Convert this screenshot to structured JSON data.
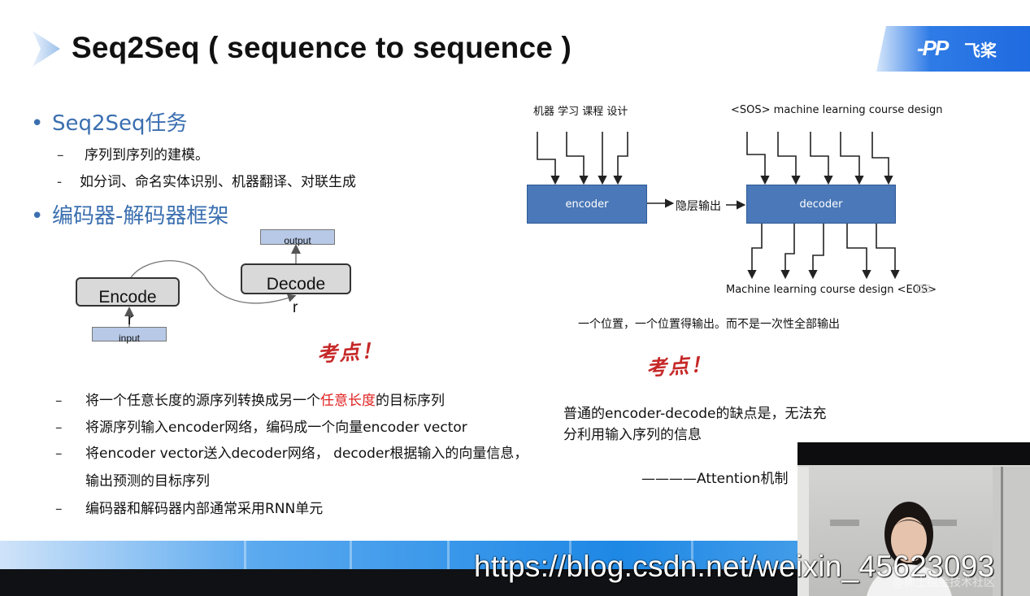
{
  "header": {
    "title": "Seq2Seq ( sequence to sequence )",
    "logo_text": "飞桨",
    "logo_mark": "-PP"
  },
  "left": {
    "section1": {
      "title": "Seq2Seq任务",
      "items": [
        {
          "dash": "–",
          "text": "序列到序列的建模。"
        },
        {
          "dash": "-",
          "text": "如分词、命名实体识别、机器翻译、对联生成"
        }
      ]
    },
    "section2": {
      "title": "编码器-解码器框架"
    },
    "diagram": {
      "encode": "Encode",
      "decode": "Decode",
      "input": "input",
      "output": "output",
      "r1": "r",
      "r2": "r"
    },
    "exam_note": "考点！",
    "points": [
      {
        "dash": "–",
        "pre": "将一个任意长度的源序列转换成另一个",
        "highlight": "任意长度",
        "post": "的目标序列"
      },
      {
        "dash": "–",
        "text": "将源序列输入encoder网络，编码成一个向量encoder vector"
      },
      {
        "dash": "–",
        "text": "将encoder vector送入decoder网络， decoder根据输入的向量信息，"
      },
      {
        "dash": "",
        "text": "输出预测的目标序列"
      },
      {
        "dash": "–",
        "text": "编码器和解码器内部通常采用RNN单元"
      }
    ]
  },
  "right": {
    "input_tokens": "机器  学习    课程   设计",
    "decoder_inputs": "<SOS> machine  learning  course design",
    "encoder_label": "encoder",
    "decoder_label": "decoder",
    "hidden_label": "隐层输出",
    "outputs": "Machine  learning  course  design  <EOS>",
    "output_ghost": "OS",
    "caption": "一个位置，一个位置得输出。而不是一次性全部输出",
    "exam_note": "考点！",
    "note_line1": "普通的encoder-decode的缺点是，无法充",
    "note_line2": "分利用输入序列的信息",
    "attention": "————Attention机制"
  },
  "overlay": {
    "watermark": "https://blog.csdn.net/weixin_45623093",
    "watermark_small": "@稀土掘金技术社区"
  },
  "colors": {
    "bullet_blue": "#3b6fb0",
    "diagram_blue": "#4a78b8",
    "highlight_red": "#e02020",
    "band_blue": "#1e88e5"
  }
}
